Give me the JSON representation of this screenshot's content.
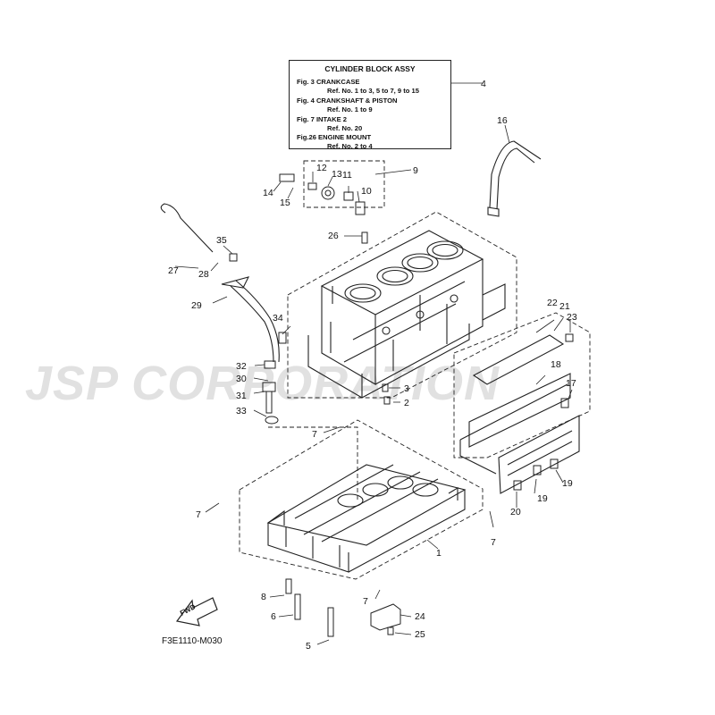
{
  "legend": {
    "title": "CYLINDER BLOCK ASSY",
    "lines": [
      "Fig.  3 CRANKCASE",
      "Ref. No. 1 to 3, 5 to 7, 9 to 15",
      "Fig.  4 CRANKSHAFT & PISTON",
      "Ref. No. 1 to 9",
      "Fig.  7 INTAKE 2",
      "Ref. No. 20",
      "Fig.26 ENGINE MOUNT",
      "Ref. No. 2 to 4"
    ]
  },
  "watermark": "JSP CORPORATION",
  "drawing_code": "F3E1110-M030",
  "fwd_label": "FWD",
  "callouts": [
    "1",
    "2",
    "3",
    "4",
    "5",
    "6",
    "7",
    "7",
    "7",
    "7",
    "8",
    "9",
    "10",
    "11",
    "12",
    "13",
    "14",
    "15",
    "16",
    "17",
    "18",
    "19",
    "19",
    "20",
    "21",
    "22",
    "23",
    "24",
    "25",
    "26",
    "27",
    "28",
    "29",
    "30",
    "31",
    "32",
    "33",
    "34",
    "35"
  ],
  "colors": {
    "line": "#222222",
    "watermark": "#c9c9c9",
    "background": "#ffffff"
  }
}
